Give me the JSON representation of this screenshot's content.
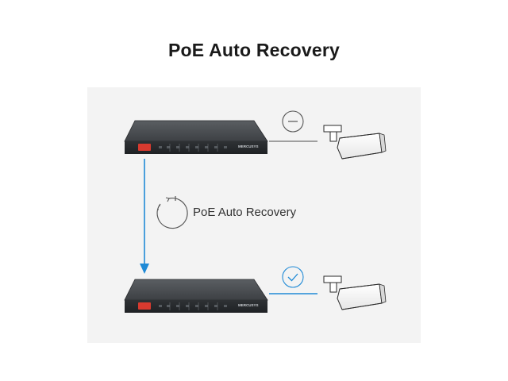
{
  "title": "PoE Auto Recovery",
  "caption": "PoE Auto Recovery",
  "switch_brand": "MERCUSYS",
  "colors": {
    "background": "#ffffff",
    "panel": "#f3f3f3",
    "arrow": "#1f8ad6",
    "status_ok": "#1f8ad6",
    "status_off": "#555555",
    "switch_body": "#3a3d40",
    "switch_port_accent": "#d83a2f",
    "camera_body": "#ffffff",
    "camera_outline": "#2a2a2a"
  },
  "states": [
    {
      "id": "before",
      "status": "disconnected",
      "status_icon": "minus-circle-icon"
    },
    {
      "id": "after",
      "status": "connected",
      "status_icon": "check-circle-icon"
    }
  ]
}
